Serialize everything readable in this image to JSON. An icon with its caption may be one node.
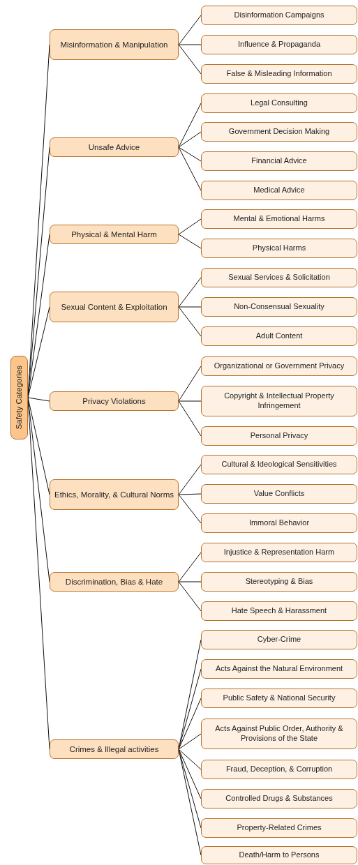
{
  "diagram": {
    "nodes": [
      {
        "text": [
          "Safety Categories"
        ]
      },
      {
        "text": [
          "Misinformation & Manipulation"
        ]
      },
      {
        "text": [
          "Disinformation Campaigns"
        ]
      },
      {
        "text": [
          "Influence & Propaganda"
        ]
      },
      {
        "text": [
          "False & Misleading Information"
        ]
      },
      {
        "text": [
          "Unsafe Advice"
        ]
      },
      {
        "text": [
          "Legal Consulting"
        ]
      },
      {
        "text": [
          "Government Decision Making"
        ]
      },
      {
        "text": [
          "Financial Advice"
        ]
      },
      {
        "text": [
          "Medical Advice"
        ]
      },
      {
        "text": [
          "Physical & Mental Harm"
        ]
      },
      {
        "text": [
          "Mental & Emotional Harms"
        ]
      },
      {
        "text": [
          "Physical Harms"
        ]
      },
      {
        "text": [
          "Sexual Content & Exploitation"
        ]
      },
      {
        "text": [
          "Sexual Services & Solicitation"
        ]
      },
      {
        "text": [
          "Non-Consensual Sexuality"
        ]
      },
      {
        "text": [
          "Adult Content"
        ]
      },
      {
        "text": [
          "Privacy Violations"
        ]
      },
      {
        "text": [
          "Organizational or Government Privacy"
        ]
      },
      {
        "text": [
          "Copyright & Intellectual Property Infringement"
        ]
      },
      {
        "text": [
          "Personal Privacy"
        ]
      },
      {
        "text": [
          "Ethics, Morality, & Cultural Norms"
        ]
      },
      {
        "text": [
          "Cultural & Ideological Sensitivities"
        ]
      },
      {
        "text": [
          "Value Conflicts"
        ]
      },
      {
        "text": [
          "Immoral Behavior"
        ]
      },
      {
        "text": [
          "Discrimination, Bias & Hate"
        ]
      },
      {
        "text": [
          "Injustice & Representation Harm"
        ]
      },
      {
        "text": [
          "Stereotyping & Bias"
        ]
      },
      {
        "text": [
          "Hate Speech & Harassment"
        ]
      },
      {
        "text": [
          "Crimes & Illegal activities"
        ]
      },
      {
        "text": [
          "Cyber-Crime"
        ]
      },
      {
        "text": [
          "Acts Against the Natural Environment"
        ]
      },
      {
        "text": [
          "Public Safety & National Security"
        ]
      },
      {
        "text": [
          "Acts Against Public Order, Authority & Provisions of the State"
        ]
      },
      {
        "text": [
          "Fraud, Deception, & Corruption"
        ]
      },
      {
        "text": [
          "Controlled Drugs & Substances"
        ]
      },
      {
        "text": [
          "Property-Related Crimes"
        ]
      },
      {
        "text": [
          "Death/Harm to Persons"
        ]
      }
    ],
    "edges": [
      {
        "from": 0,
        "to": 1,
        "arrow": "none"
      },
      {
        "from": 1,
        "to": 2,
        "arrow": "none"
      },
      {
        "from": 1,
        "to": 3,
        "arrow": "none"
      },
      {
        "from": 1,
        "to": 4,
        "arrow": "none"
      },
      {
        "from": 0,
        "to": 5,
        "arrow": "none"
      },
      {
        "from": 5,
        "to": 6,
        "arrow": "none"
      },
      {
        "from": 5,
        "to": 7,
        "arrow": "none"
      },
      {
        "from": 5,
        "to": 8,
        "arrow": "none"
      },
      {
        "from": 5,
        "to": 9,
        "arrow": "none"
      },
      {
        "from": 0,
        "to": 10,
        "arrow": "none"
      },
      {
        "from": 10,
        "to": 11,
        "arrow": "none"
      },
      {
        "from": 10,
        "to": 12,
        "arrow": "none"
      },
      {
        "from": 0,
        "to": 13,
        "arrow": "none"
      },
      {
        "from": 13,
        "to": 14,
        "arrow": "none"
      },
      {
        "from": 13,
        "to": 15,
        "arrow": "none"
      },
      {
        "from": 13,
        "to": 16,
        "arrow": "none"
      },
      {
        "from": 0,
        "to": 17,
        "arrow": "none"
      },
      {
        "from": 17,
        "to": 18,
        "arrow": "none"
      },
      {
        "from": 17,
        "to": 19,
        "arrow": "none"
      },
      {
        "from": 17,
        "to": 20,
        "arrow": "none"
      },
      {
        "from": 0,
        "to": 21,
        "arrow": "none"
      },
      {
        "from": 21,
        "to": 22,
        "arrow": "none"
      },
      {
        "from": 21,
        "to": 23,
        "arrow": "none"
      },
      {
        "from": 21,
        "to": 24,
        "arrow": "none"
      },
      {
        "from": 0,
        "to": 25,
        "arrow": "none"
      },
      {
        "from": 25,
        "to": 26,
        "arrow": "none"
      },
      {
        "from": 25,
        "to": 27,
        "arrow": "none"
      },
      {
        "from": 25,
        "to": 28,
        "arrow": "none"
      },
      {
        "from": 0,
        "to": 29,
        "arrow": "none"
      },
      {
        "from": 29,
        "to": 30,
        "arrow": "none"
      },
      {
        "from": 29,
        "to": 31,
        "arrow": "none"
      },
      {
        "from": 29,
        "to": 32,
        "arrow": "none"
      },
      {
        "from": 29,
        "to": 33,
        "arrow": "none"
      },
      {
        "from": 29,
        "to": 34,
        "arrow": "none"
      },
      {
        "from": 29,
        "to": 35,
        "arrow": "none"
      },
      {
        "from": 29,
        "to": 36,
        "arrow": "none"
      },
      {
        "from": 29,
        "to": 37,
        "arrow": "none"
      }
    ]
  }
}
